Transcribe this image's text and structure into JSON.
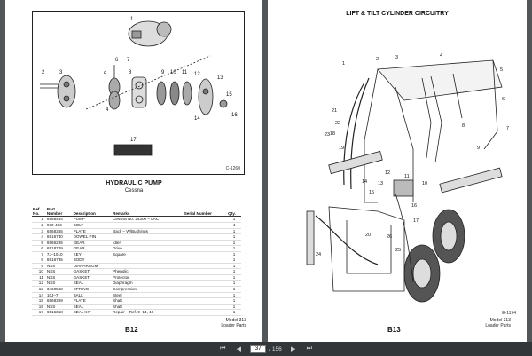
{
  "left_page": {
    "figure_id": "C-1260",
    "title": "HYDRAULIC PUMP",
    "subtitle": "Cessna",
    "callouts": [
      "1",
      "2",
      "3",
      "4",
      "5",
      "6",
      "7",
      "8",
      "9",
      "10",
      "11",
      "12",
      "13",
      "14",
      "15",
      "16",
      "17"
    ],
    "table": {
      "headers": [
        [
          "Ref.",
          "No."
        ],
        [
          "Part",
          "Number"
        ],
        [
          "",
          "Description"
        ],
        [
          "",
          "Remarks"
        ],
        [
          "",
          "Serial Number"
        ],
        [
          "",
          "Qty."
        ]
      ],
      "rows": [
        [
          "1",
          "6568434",
          "PUMP",
          "Cessna No. 24300 – LAC",
          "",
          "1"
        ],
        [
          "2",
          "930-436",
          "BOLT",
          "",
          "",
          "4"
        ],
        [
          "3",
          "6568365",
          "PLATE",
          "Back – W/Bushings",
          "",
          "1"
        ],
        [
          "4",
          "6516740",
          "DOWEL PIN",
          "",
          "",
          "1"
        ],
        [
          "5",
          "6566295",
          "GEAR",
          "Idler",
          "",
          "1"
        ],
        [
          "6",
          "6518729",
          "GEAR",
          "Drive",
          "",
          "1"
        ],
        [
          "7",
          "7J–1010",
          "KEY",
          "Square",
          "",
          "1"
        ],
        [
          "8",
          "6516735",
          "BODY",
          "",
          "",
          "1"
        ],
        [
          "9",
          "NSS",
          "DIAPHRAGM",
          "",
          "",
          "1"
        ],
        [
          "10",
          "NSS",
          "GASKET",
          "Phenolic",
          "",
          "1"
        ],
        [
          "11",
          "NSS",
          "GASKET",
          "Protector",
          "",
          "1"
        ],
        [
          "12",
          "NSS",
          "SEAL",
          "Diaphragm",
          "",
          "1"
        ],
        [
          "13",
          "3460568",
          "SPRING",
          "Compression",
          "",
          "1"
        ],
        [
          "14",
          "10J–7",
          "BALL",
          "Steel",
          "",
          "1"
        ],
        [
          "15",
          "6568369",
          "PLATE",
          "Shaft",
          "",
          "1"
        ],
        [
          "16",
          "NSS",
          "SEAL",
          "Shaft",
          "",
          "1"
        ],
        [
          "17",
          "6516318",
          "SEAL KIT",
          "Repair – Ref. 9–14, 16",
          "",
          "1"
        ]
      ]
    },
    "page_number": "B12",
    "model_line1": "Model 313",
    "model_line2": "Loader Parts"
  },
  "right_page": {
    "title": "LIFT & TILT CYLINDER CIRCUITRY",
    "figure_id": "E-1194",
    "callouts": [
      "1",
      "2",
      "3",
      "4",
      "5",
      "6",
      "7",
      "8",
      "9",
      "10",
      "11",
      "12",
      "13",
      "14",
      "15",
      "16",
      "17",
      "18",
      "19",
      "20",
      "21",
      "22",
      "23",
      "24",
      "25",
      "26"
    ],
    "page_number": "B13",
    "model_line1": "Model 313",
    "model_line2": "Loader Parts"
  },
  "toolbar": {
    "current_page": "37",
    "total_pages": "/ 156",
    "first_icon": "first-page-icon",
    "prev_icon": "previous-page-icon",
    "next_icon": "next-page-icon",
    "last_icon": "last-page-icon"
  }
}
